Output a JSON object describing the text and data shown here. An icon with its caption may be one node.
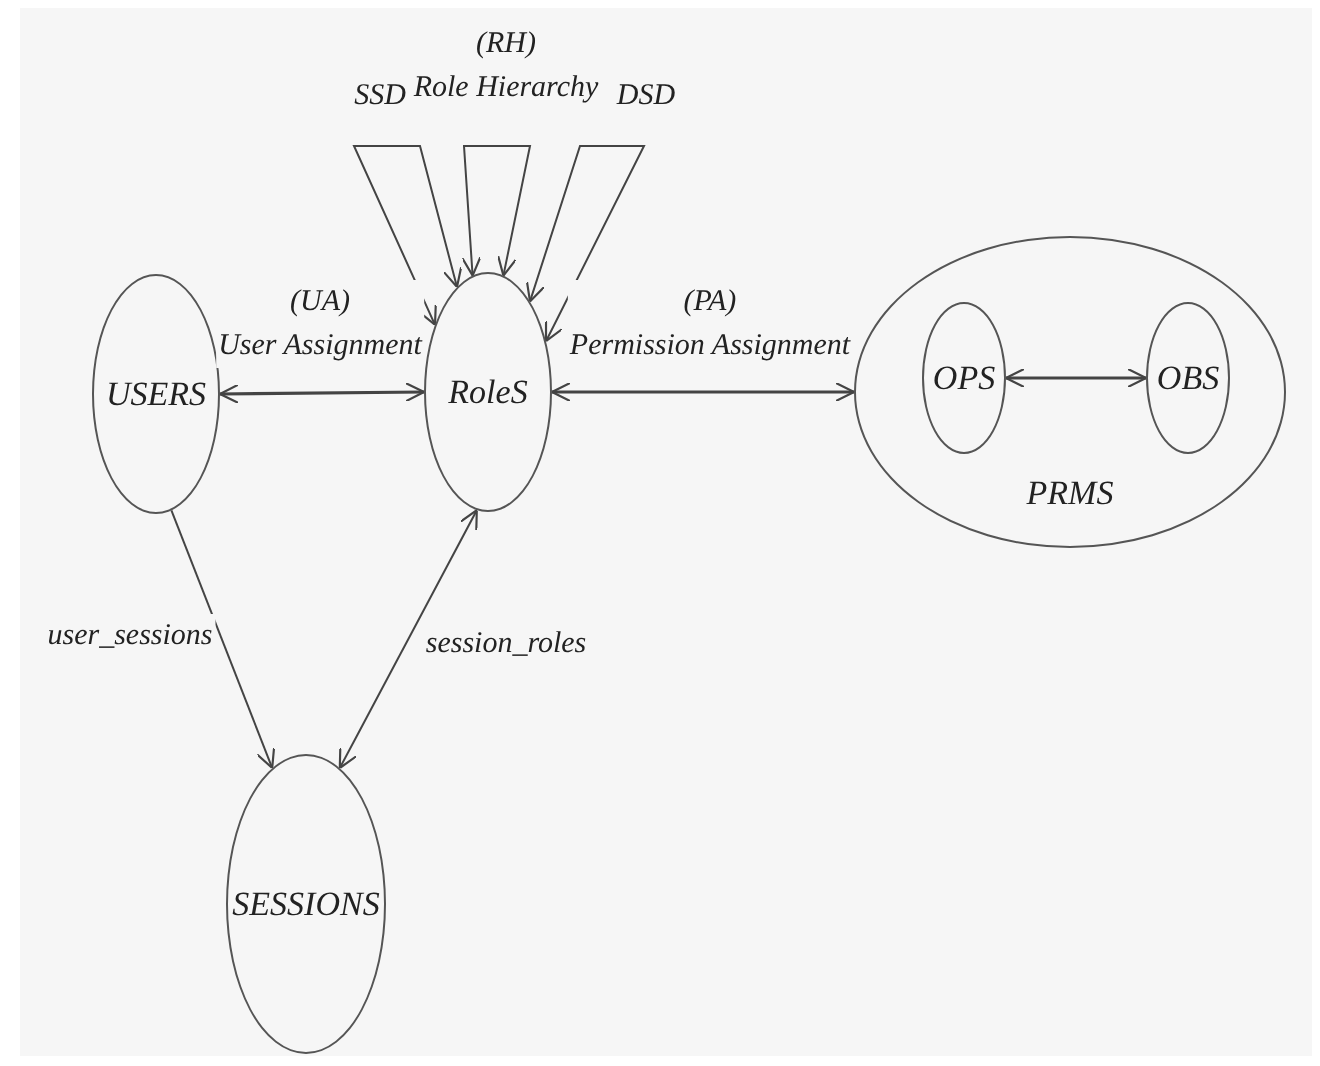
{
  "diagram": {
    "nodes": [
      {
        "text": [
          "USERS"
        ]
      },
      {
        "text": [
          "RoleS"
        ]
      },
      {
        "text": [
          "PRMS"
        ]
      },
      {
        "text": [
          "OPS"
        ],
        "in": 2
      },
      {
        "text": [
          "OBS"
        ],
        "in": 2
      },
      {
        "text": [
          "SESSIONS"
        ]
      }
    ],
    "edges": [
      {
        "from": 0,
        "to": 1,
        "arrow": "both",
        "label": "(UA) User Assignment"
      },
      {
        "from": 1,
        "to": 2,
        "arrow": "both",
        "label": "(PA) Permission Assignment"
      },
      {
        "from": 3,
        "to": 4,
        "arrow": "both"
      },
      {
        "from": 0,
        "to": 5,
        "arrow": "to",
        "label": "user_sessions"
      },
      {
        "from": 5,
        "to": 1,
        "arrow": "both",
        "label": "session_roles"
      },
      {
        "from": 1,
        "to": 1,
        "arrow": "both",
        "label": "SSD"
      },
      {
        "from": 1,
        "to": 1,
        "arrow": "both",
        "label": "(RH) Role Hierarchy"
      },
      {
        "from": 1,
        "to": 1,
        "arrow": "both",
        "label": "DSD"
      }
    ]
  }
}
